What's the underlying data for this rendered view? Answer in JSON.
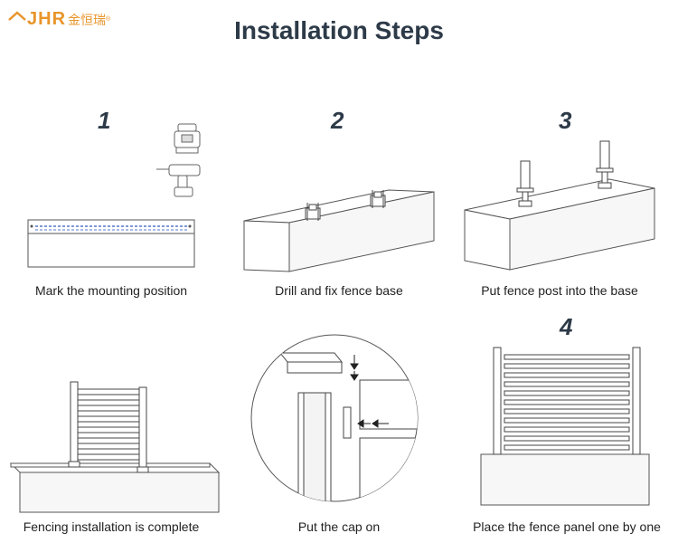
{
  "brand": {
    "logo_text": "JHR",
    "logo_chinese": "金恒瑞",
    "registered": "®"
  },
  "page_title": "Installation Steps",
  "steps": [
    {
      "number": "1",
      "caption": "Mark the mounting position"
    },
    {
      "number": "2",
      "caption": "Drill and fix fence base"
    },
    {
      "number": "3",
      "caption": "Put fence post into the base"
    },
    {
      "number": "",
      "caption": "Fencing installation is complete"
    },
    {
      "number": "",
      "caption": "Put the cap on"
    },
    {
      "number": "4",
      "caption": "Place the fence panel one by one"
    }
  ]
}
